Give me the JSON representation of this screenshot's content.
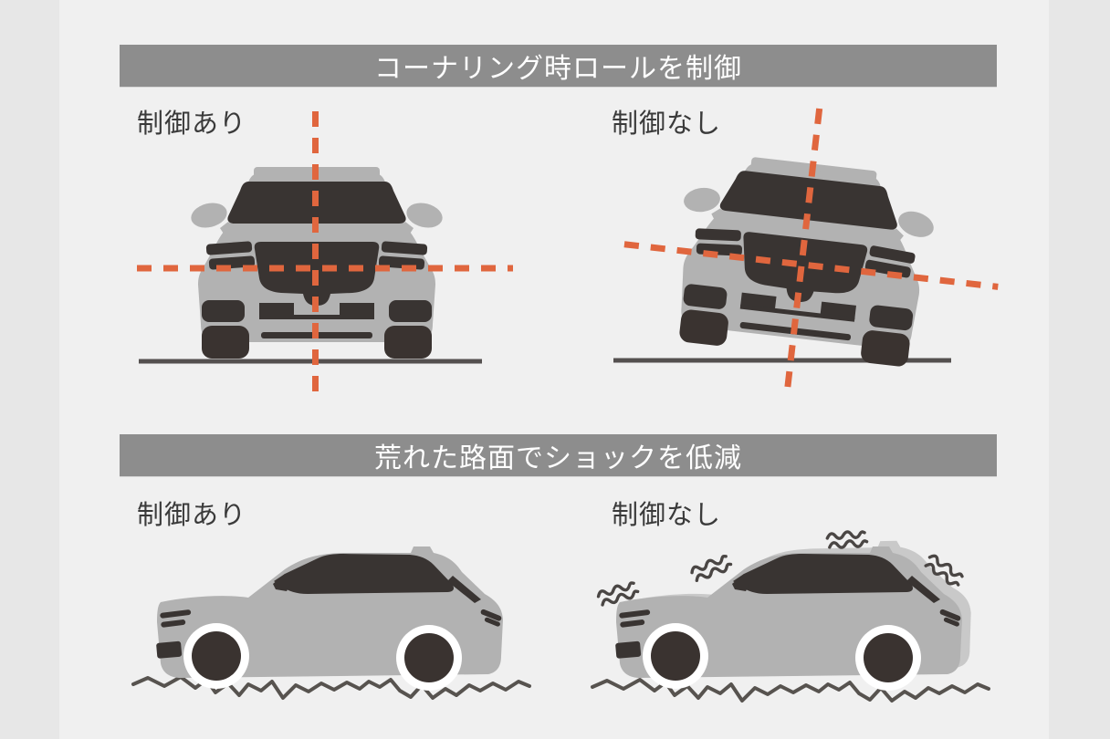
{
  "diagram": {
    "sections": [
      {
        "id": "roll-control",
        "header": "コーナリング時ロールを制御",
        "panels": [
          {
            "label": "制御あり"
          },
          {
            "label": "制御なし"
          }
        ]
      },
      {
        "id": "shock-reduction",
        "header": "荒れた路面でショックを低減",
        "panels": [
          {
            "label": "制御あり"
          },
          {
            "label": "制御なし"
          }
        ]
      }
    ]
  },
  "colors": {
    "background_outer": "#e7e7e7",
    "background_inner": "#f0f0f0",
    "header_bar": "#8d8d8d",
    "header_text": "#ffffff",
    "label_text": "#3a3a3a",
    "accent_orange": "#e0663e",
    "car_body_gray": "#b2b2b2",
    "car_dark_parts": "#393432",
    "ghost_body_gray": "#c9c9c9",
    "ground_line": "#54504f",
    "vibration_mark": "#4a4644"
  }
}
